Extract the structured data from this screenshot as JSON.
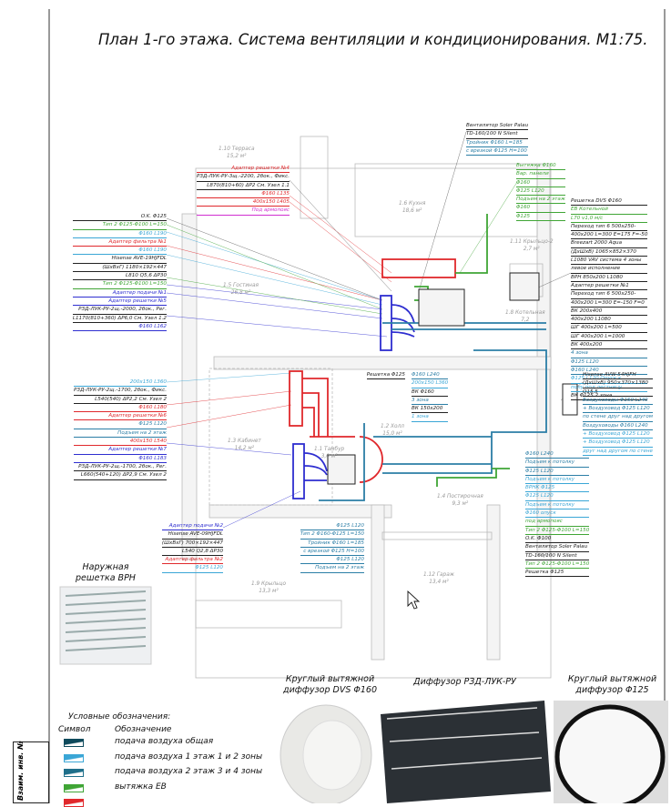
{
  "title": "План 1-го этажа. Система вентиляции и кондиционирования. М1:75.",
  "colors": {
    "dark": "#222222",
    "green": "#3fa535",
    "cyan": "#3aa6d6",
    "teal": "#2b7ea6",
    "red": "#e0282c",
    "blue": "#2e2ed0",
    "magenta": "#d02fd0",
    "room": "#999999"
  },
  "rooms": [
    {
      "name": "1.10 Терраса",
      "area": "15,2 м²"
    },
    {
      "name": "1.6 Кухня",
      "area": "18,6 м²"
    },
    {
      "name": "1.5 Гостиная",
      "area": "26,8 м²"
    },
    {
      "name": "1.11 Крыльцо-2",
      "area": "2,7 м²"
    },
    {
      "name": "1.3 Кабинет",
      "area": "14,2 м²"
    },
    {
      "name": "1.2 Холл",
      "area": "15,0 м²"
    },
    {
      "name": "1.1 Тамбур",
      "area": "3,0 м²"
    },
    {
      "name": "1.4 Постирочная",
      "area": "9,3 м²"
    },
    {
      "name": "1.9 Крыльцо",
      "area": "13,3 м²"
    },
    {
      "name": "1.12 Гараж",
      "area": "13,4 м²"
    },
    {
      "name": "1.8 Котельная",
      "area": "7,2"
    }
  ],
  "groups": {
    "terrace": [
      {
        "t": "Адаптер решетки №4",
        "c": "red"
      },
      {
        "t": "РЗД-ЛУК-РУ-3щ.-2200, 2бок., Фикс.",
        "c": "dark"
      },
      {
        "t": "L870(810+60) ΔP2 См. Узел 1.1",
        "c": "dark"
      },
      {
        "t": "Φ160 L135",
        "c": "red"
      },
      {
        "t": "400x150 L405",
        "c": "red"
      },
      {
        "t": "Под армопояс",
        "c": "magenta"
      }
    ],
    "living": [
      {
        "t": "O.K. Φ125",
        "c": "dark"
      },
      {
        "t": "Тип 2 Φ125-Φ100 L=150",
        "c": "green"
      },
      {
        "t": "Φ160 L190",
        "c": "cyan"
      },
      {
        "t": "Адаптер фильтра №1",
        "c": "red"
      },
      {
        "t": "Φ160 L190",
        "c": "cyan"
      },
      {
        "t": "Hisense AVE-19HJFDL",
        "c": "dark"
      },
      {
        "t": "(ШхВхГ) 1180×192×447",
        "c": "dark"
      },
      {
        "t": "L810 Q5,6 ΔP30",
        "c": "dark"
      },
      {
        "t": "Тип 2 Φ125-Φ100 L=150",
        "c": "green"
      },
      {
        "t": "Адаптер подачи №1",
        "c": "blue"
      },
      {
        "t": "Адаптер решетки №5",
        "c": "blue"
      },
      {
        "t": "РЗД-ЛУК-РУ-2щ.-2000, 2бок., Рег.",
        "c": "dark"
      },
      {
        "t": "L1170(810+360) ΔP6,0 См. Узел 1.2",
        "c": "dark"
      },
      {
        "t": "Φ160 L162",
        "c": "blue"
      }
    ],
    "cabinet": [
      {
        "t": "200x150 L360",
        "c": "cyan"
      },
      {
        "t": "РЗД-ЛУК-РУ-2щ.-1700, 2бок., Фикс.",
        "c": "dark"
      },
      {
        "t": "L540(540) ΔP2,2 См. Узел 2",
        "c": "dark"
      },
      {
        "t": "Φ160 L180",
        "c": "red"
      },
      {
        "t": "Адаптер решетки №6",
        "c": "red"
      },
      {
        "t": "Φ125 L120",
        "c": "teal"
      },
      {
        "t": "Подъем на 2 этаж",
        "c": "teal"
      },
      {
        "t": "400x150 L540",
        "c": "red"
      },
      {
        "t": "Адаптер решетки №7",
        "c": "blue"
      },
      {
        "t": "Φ160 L183",
        "c": "blue"
      },
      {
        "t": "РЗД-ЛУК-РУ-2щ.-1700, 2бок., Рег.",
        "c": "dark"
      },
      {
        "t": "L660(540+120) ΔP2,9 См. Узел 2",
        "c": "dark"
      }
    ],
    "unit2": [
      {
        "t": "Адаптер подачи №2",
        "c": "blue"
      },
      {
        "t": "Hisense AVE-09HJFDL",
        "c": "dark"
      },
      {
        "t": "(ШхВхГ) 700×192×447",
        "c": "dark"
      },
      {
        "t": "L540 Q2,8 ΔP30",
        "c": "dark"
      },
      {
        "t": "Адаптер фильтра №2",
        "c": "red"
      },
      {
        "t": "Φ125 L120",
        "c": "cyan"
      }
    ],
    "tambour": [
      {
        "t": "Φ125 L120",
        "c": "teal"
      },
      {
        "t": "Тип 2 Φ160-Φ125 L=150",
        "c": "teal"
      },
      {
        "t": "Тройник Φ160 L=185",
        "c": "teal"
      },
      {
        "t": "с врезкой Φ125 H=100",
        "c": "teal"
      },
      {
        "t": "Φ125 L120",
        "c": "teal"
      },
      {
        "t": "Подъем на 2 этаж",
        "c": "teal"
      }
    ],
    "fan_top": [
      {
        "t": "Вентилятор Soler Palau",
        "c": "dark"
      },
      {
        "t": "TD-160/100 N Silent",
        "c": "dark"
      },
      {
        "t": "Тройник Φ160 L=185",
        "c": "teal"
      },
      {
        "t": "с врезкой Φ125 H=100",
        "c": "teal"
      }
    ],
    "exhaust": [
      {
        "t": "Вытяжка Φ160",
        "c": "green"
      },
      {
        "t": "Вар. панели",
        "c": "green"
      },
      {
        "t": "Φ160",
        "c": "green"
      },
      {
        "t": "Φ125 L120",
        "c": "green"
      },
      {
        "t": "Подъем на 2 этаж",
        "c": "green"
      },
      {
        "t": "Φ160",
        "c": "green"
      },
      {
        "t": "Φ125",
        "c": "green"
      }
    ],
    "boiler": [
      {
        "t": "Решетка DVS Φ160",
        "c": "dark"
      },
      {
        "t": "ЕВ Котельной",
        "c": "green"
      },
      {
        "t": "L70 v1,0 м/с",
        "c": "green"
      },
      {
        "t": "Переход тип 6 500x250-",
        "c": "dark"
      },
      {
        "t": "400x200 L=300 E=175 F=-50",
        "c": "dark"
      },
      {
        "t": "Breezart 2000 Aqua",
        "c": "dark"
      },
      {
        "t": "(ДхШхВ) 1065×852×370",
        "c": "dark"
      },
      {
        "t": "L1080 VAV система 4 зоны",
        "c": "dark"
      },
      {
        "t": "левое исполнение",
        "c": "dark"
      },
      {
        "t": "ВРН 850x200 L1080",
        "c": "dark"
      },
      {
        "t": "Адаптер решетки №1",
        "c": "dark"
      },
      {
        "t": "Переход тип 6 500x250-",
        "c": "dark"
      },
      {
        "t": "400x200 L=300 E=-150 F=0",
        "c": "dark"
      },
      {
        "t": "ВК 200x400",
        "c": "dark"
      },
      {
        "t": "400x200 L1080",
        "c": "dark"
      },
      {
        "t": "ШГ 400x200 L=500",
        "c": "dark"
      },
      {
        "t": "ШГ 400x200 L=1000",
        "c": "dark"
      },
      {
        "t": "ВК 400x200",
        "c": "dark"
      },
      {
        "t": "4 зона",
        "c": "teal"
      },
      {
        "t": "Φ125 L120",
        "c": "teal"
      },
      {
        "t": "Φ160 L240",
        "c": "teal"
      },
      {
        "t": "Φ125 L120 Опуск к",
        "c": "cyan"
      },
      {
        "t": "полу под лестницу",
        "c": "cyan"
      },
      {
        "t": "ВК Φ125 2 зона",
        "c": "dark"
      }
    ],
    "outdoor": [
      {
        "t": "Hisense AVW-54HJFH",
        "c": "dark"
      },
      {
        "t": "(ДхШхВ) 950×370×1380",
        "c": "dark"
      },
      {
        "t": "Q15,5",
        "c": "dark"
      },
      {
        "t": "Воздуховоды Φ160 L240",
        "c": "teal"
      },
      {
        "t": "+ Воздуховод Φ125 L120",
        "c": "teal"
      },
      {
        "t": "по стене друг над другом",
        "c": "teal"
      },
      {
        "t": "Воздуховоды Φ160 L240",
        "c": "teal"
      },
      {
        "t": "+ Воздуховод Φ125 L120",
        "c": "cyan"
      },
      {
        "t": "+ Воздуховод Φ125 L120",
        "c": "cyan"
      },
      {
        "t": "друг над другом по стене",
        "c": "cyan"
      }
    ],
    "laundry": [
      {
        "t": "Φ160 L240",
        "c": "teal"
      },
      {
        "t": "Подъем к потолку",
        "c": "teal"
      },
      {
        "t": "Φ125 L120",
        "c": "teal"
      },
      {
        "t": "Подъем к потолку",
        "c": "cyan"
      },
      {
        "t": "ВРНК Φ125",
        "c": "cyan"
      },
      {
        "t": "Φ125 L120",
        "c": "cyan"
      },
      {
        "t": "Подъем к потолку",
        "c": "cyan"
      },
      {
        "t": "Φ160 опуск",
        "c": "cyan"
      },
      {
        "t": "под армопояс",
        "c": "green"
      },
      {
        "t": "Тип 2 Φ125-Φ100 L=150",
        "c": "green"
      },
      {
        "t": "O.K. Φ100",
        "c": "dark"
      },
      {
        "t": "Вентилятор Soler Palau",
        "c": "dark"
      },
      {
        "t": "TD-160/100 N Silent",
        "c": "dark"
      },
      {
        "t": "Тип 2 Φ125-Φ100 L=150",
        "c": "green"
      },
      {
        "t": "Решетка Φ125",
        "c": "dark"
      }
    ],
    "hall": [
      {
        "t": "Φ160 L240",
        "c": "teal"
      },
      {
        "t": "200x150 L360",
        "c": "cyan"
      },
      {
        "t": "ВК Φ160",
        "c": "dark"
      },
      {
        "t": "3 зона",
        "c": "teal"
      },
      {
        "t": "ВК 150x200",
        "c": "dark"
      },
      {
        "t": "1 зона",
        "c": "cyan"
      }
    ],
    "hall_grille": [
      {
        "t": "Решетка Φ125",
        "c": "dark"
      }
    ]
  },
  "outdoor_grille_caption": "Наружная решетка ВРН",
  "products": [
    {
      "caption": "Круглый вытяжной диффузор DVS Φ160"
    },
    {
      "caption": "Диффузор РЗД-ЛУК-РУ"
    },
    {
      "caption": "Круглый вытяжной диффузор Φ125"
    }
  ],
  "legend": {
    "title": "Условные обозначения:",
    "col_symbol": "Символ",
    "col_meaning": "Обозначение",
    "items": [
      {
        "label": "подача воздуха общая",
        "color": "#0f4a5c"
      },
      {
        "label": "подача воздуха 1 этаж 1 и 2 зоны",
        "color": "#3aa6d6"
      },
      {
        "label": "подача воздуха 2 этаж 3 и 4 зоны",
        "color": "#1f6f8a"
      },
      {
        "label": "вытяжка ЕВ",
        "color": "#3fa535"
      },
      {
        "label": "",
        "color": "#e0282c"
      }
    ]
  },
  "stamp": "Взаим. инв. №"
}
